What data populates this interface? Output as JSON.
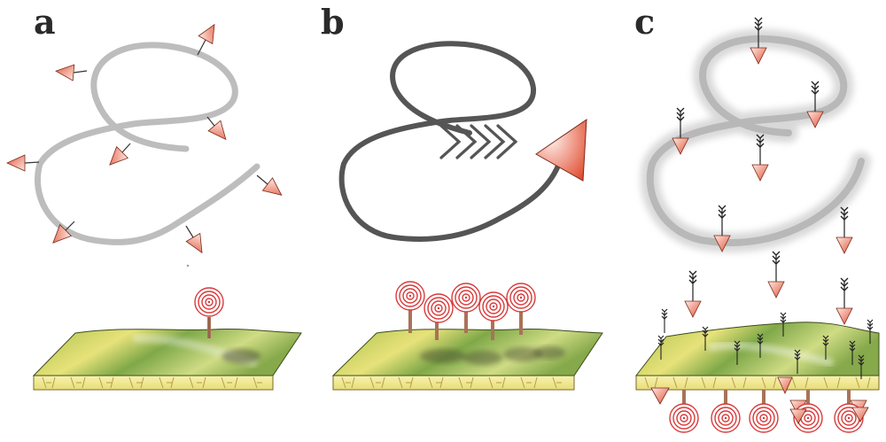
{
  "panels": [
    {
      "id": "a",
      "label": "a"
    },
    {
      "id": "b",
      "label": "b"
    },
    {
      "id": "c",
      "label": "c"
    }
  ],
  "colors": {
    "strand_light": "#b8b8b8",
    "strand_dark": "#555555",
    "arrow_fill_light": "#fbe6df",
    "arrow_fill_dark": "#e2553a",
    "target_ring": "#d83a3a",
    "terrain_green": "#8fb34a",
    "terrain_yellow": "#e9e27a",
    "slab_yellow": "#f4ef9c",
    "slab_stroke": "#7a6a2a",
    "post": "#a87358",
    "fletch": "#333333"
  },
  "icons": [
    "panel-a-strand",
    "panel-b-strand",
    "panel-c-strand",
    "arrowhead-icon",
    "target-icon",
    "terrain-slab",
    "fletched-arrow-icon"
  ]
}
